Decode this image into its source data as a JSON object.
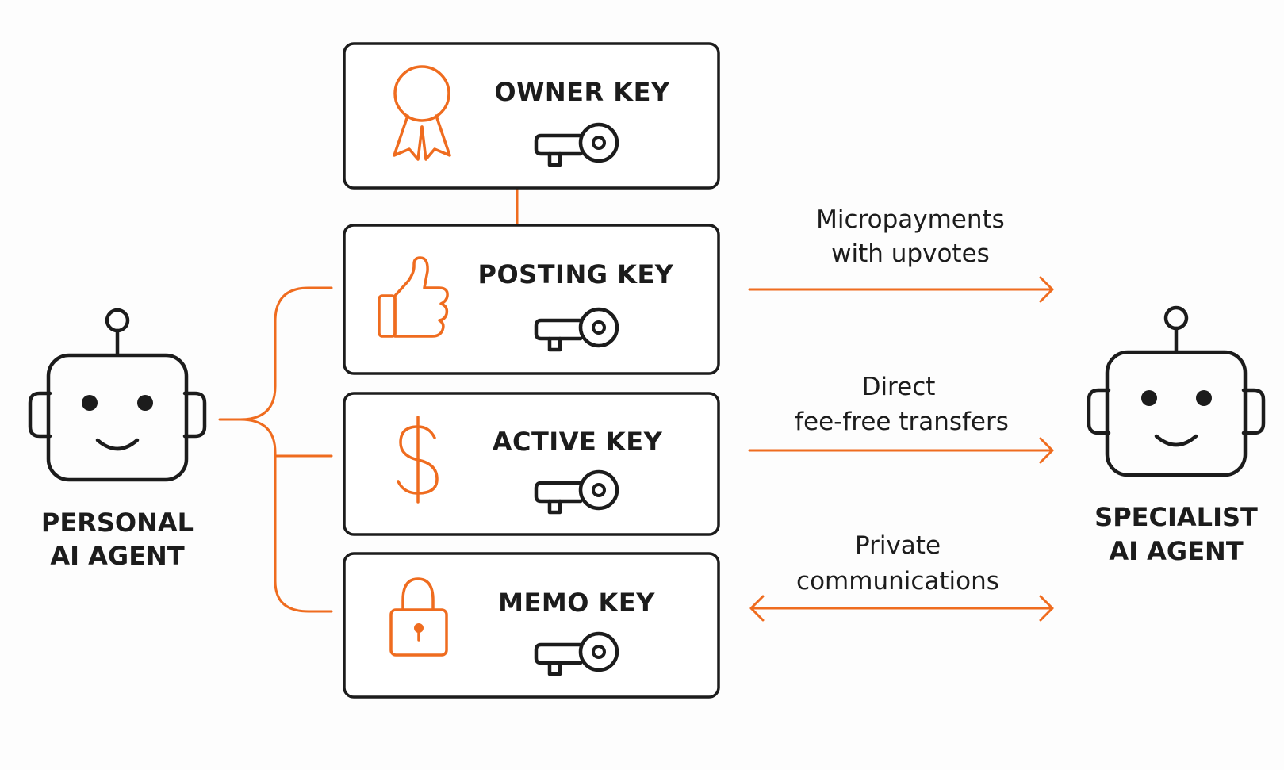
{
  "colors": {
    "accent": "#ef6c1f",
    "ink": "#1c1c1c",
    "background": "#fdfdfd"
  },
  "personal_agent": {
    "line1": "PERSONAL",
    "line2": "AI AGENT",
    "icon": "robot-icon"
  },
  "specialist_agent": {
    "line1": "SPECIALIST",
    "line2": "AI AGENT",
    "icon": "robot-icon"
  },
  "keys": [
    {
      "title": "OWNER KEY",
      "icon": "award-ribbon-icon"
    },
    {
      "title": "POSTING KEY",
      "icon": "thumbs-up-icon"
    },
    {
      "title": "ACTIVE KEY",
      "icon": "dollar-sign-icon"
    },
    {
      "title": "MEMO KEY",
      "icon": "padlock-icon"
    }
  ],
  "flows": [
    {
      "line1": "Micropayments",
      "line2": "with upvotes",
      "direction": "one-way"
    },
    {
      "line1": "Direct",
      "line2": "fee-free transfers",
      "direction": "one-way"
    },
    {
      "line1": "Private",
      "line2": "communications",
      "direction": "two-way"
    }
  ]
}
